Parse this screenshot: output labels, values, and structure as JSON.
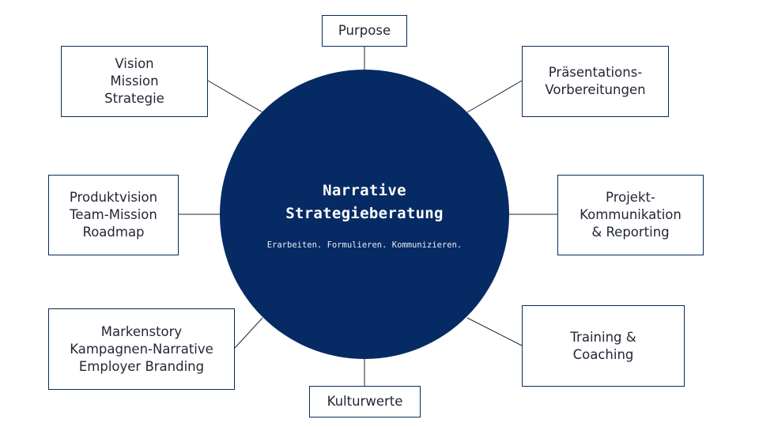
{
  "hub": {
    "title_line1": "Narrative",
    "title_line2": "Strategieberatung",
    "subtitle": "Erarbeiten. Formulieren. Kommunizieren.",
    "color": "#062a63"
  },
  "nodes": {
    "purpose": {
      "lines": [
        "Purpose"
      ]
    },
    "vision": {
      "lines": [
        "Vision",
        "Mission",
        "Strategie"
      ]
    },
    "praesentation": {
      "lines": [
        "Präsentations-",
        "Vorbereitungen"
      ]
    },
    "produkt": {
      "lines": [
        "Produktvision",
        "Team-Mission",
        "Roadmap"
      ]
    },
    "projekt": {
      "lines": [
        "Projekt-",
        "Kommunikation",
        "& Reporting"
      ]
    },
    "marken": {
      "lines": [
        "Markenstory",
        "Kampagnen-Narrative",
        "Employer Branding"
      ]
    },
    "training": {
      "lines": [
        "Training &",
        "Coaching"
      ]
    },
    "kultur": {
      "lines": [
        "Kulturwerte"
      ]
    }
  },
  "colors": {
    "border": "#0b2a5b",
    "connector": "#1f2633",
    "text": "#1f2633"
  }
}
